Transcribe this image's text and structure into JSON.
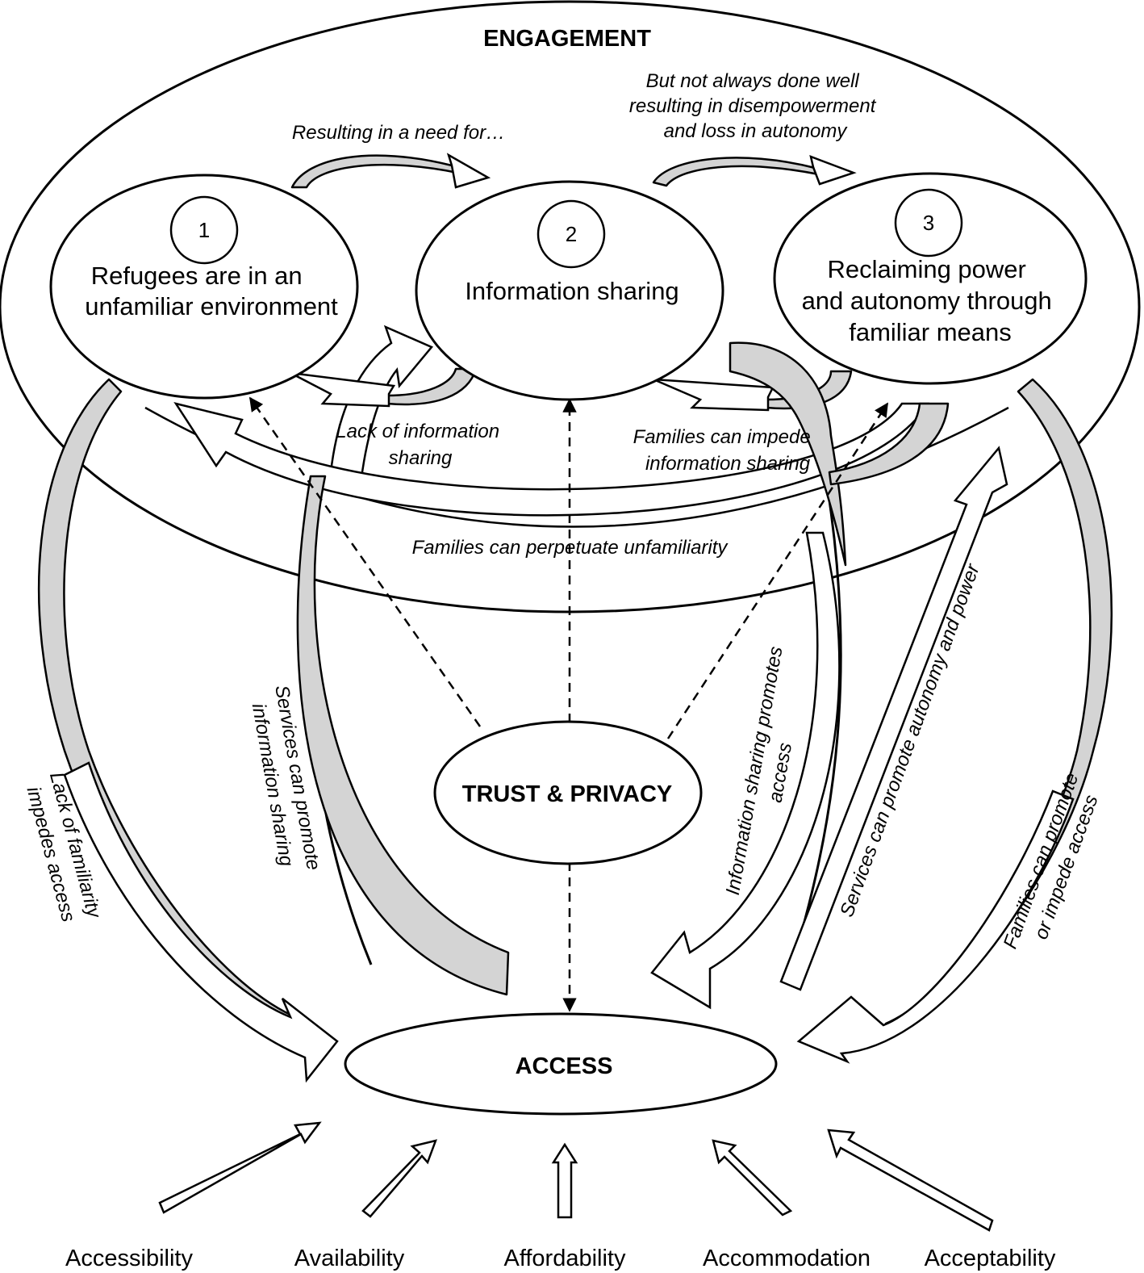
{
  "title": "ENGAGEMENT",
  "nodes": {
    "n1": {
      "number": "1",
      "lines": [
        "Refugees are in an",
        "unfamiliar environment"
      ]
    },
    "n2": {
      "number": "2",
      "lines": [
        "Information sharing"
      ]
    },
    "n3": {
      "number": "3",
      "lines": [
        "Reclaiming power",
        "and autonomy through",
        "familiar means"
      ]
    },
    "trust": "TRUST & PRIVACY",
    "access": "ACCESS"
  },
  "annotations": {
    "need": "Resulting in a need for…",
    "not_well": [
      "But not always done well",
      "resulting in disempowerment",
      "and loss in autonomy"
    ],
    "lack_info": [
      "Lack of information",
      "sharing"
    ],
    "families_impede": [
      "Families can impede",
      "information sharing"
    ],
    "perpetuate": "Families can perpetuate unfamiliarity",
    "lack_familiarity": [
      "Lack of familiarity",
      "impedes access"
    ],
    "services_info": [
      "Services can promote",
      "information sharing"
    ],
    "info_promotes": [
      "Information sharing promotes",
      "access"
    ],
    "services_autonomy": "Services can promote autonomy and power",
    "families_promote": [
      "Families can promote",
      "or impede access"
    ]
  },
  "dimensions": [
    "Accessibility",
    "Availability",
    "Affordability",
    "Accommodation",
    "Acceptability"
  ]
}
